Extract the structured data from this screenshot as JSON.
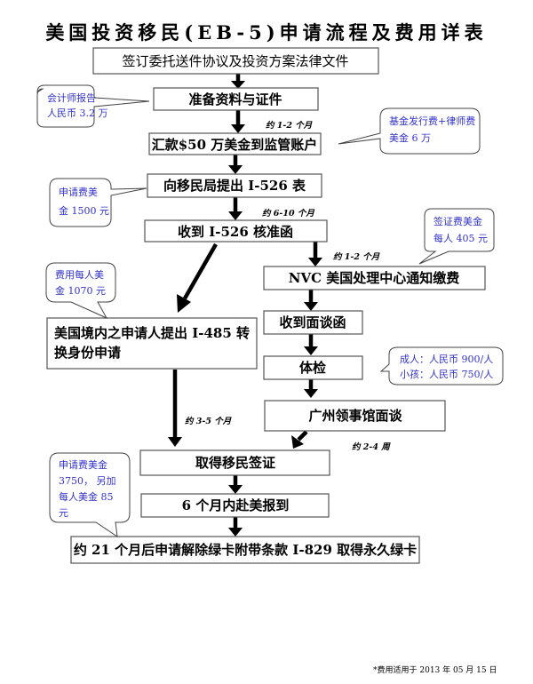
{
  "title": "美国投资移民(EB-5)申请流程及费用详表",
  "steps": {
    "sign": "签订委托送件协议及投资方案法律文件",
    "prepare": "准备资料与证件",
    "remit": "汇款$50 万美金到监管账户",
    "file_i526": "向移民局提出  I-526 表",
    "i526_approval": "收到 I-526 核准函",
    "nvc": "NVC 美国处理中心通知缴费",
    "i485_line1": "美国境内之申请人提出 I-485 转",
    "i485_line2": "换身份申请",
    "interview_letter": "收到面谈函",
    "medical": "体检",
    "consulate": "广州领事馆面谈",
    "visa": "取得移民签证",
    "arrive": "6 个月内赴美报到",
    "final": "约 21 个月后申请解除绿卡附带条款 I-829 取得永久绿卡"
  },
  "durations": {
    "prepare_to_remit": "约 1-2 个月",
    "i526_wait": "约 6-10 个月",
    "nvc_wait": "约 1-2 个月",
    "i485_wait": "约 3-5 个月",
    "consulate_wait": "约 2-4 周"
  },
  "callouts": {
    "accountant": [
      "会计师报告",
      "人民币 3.2 万"
    ],
    "fund_fee": [
      "基金发行费+律师费",
      "美金 6 万"
    ],
    "i526_fee": [
      "申请费美",
      "金 1500 元"
    ],
    "visa_fee": [
      "签证费美金",
      "每人 405 元"
    ],
    "i485_fee": [
      "费用每人美",
      "金 1070 元"
    ],
    "medical_fee": [
      "成人：人民币 900/人",
      "小孩：人民币 750/人"
    ],
    "i829_fee": [
      "申请费美金",
      "3750，  另加",
      "每人美金 85",
      "元"
    ]
  },
  "footnote": "*费用适用于 2013 年 05 月 15 日",
  "colors": {
    "callout_text": "#3333cc",
    "box_border": "#555555",
    "arrow": "#000000"
  }
}
